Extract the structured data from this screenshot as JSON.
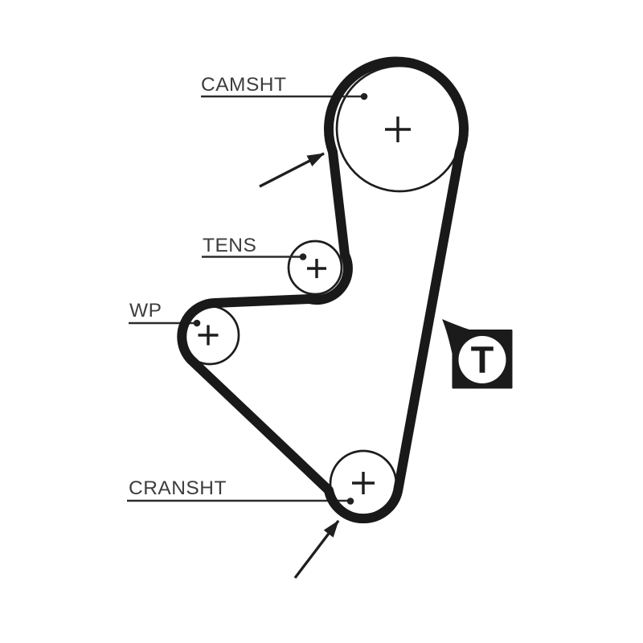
{
  "diagram": {
    "type": "timing-belt-routing",
    "background": "#ffffff",
    "colors": {
      "belt": "#191919",
      "pulley_outline": "#1d1d1d",
      "label_text": "#3d3d3d",
      "leader_line": "#2b2b2b",
      "arrow": "#1f1f1f",
      "timing_mark_box": "#1b1b1b",
      "timing_mark_letter": "#1b1b1b",
      "timing_mark_circle_fill": "#ffffff"
    },
    "pulleys": {
      "camshaft": {
        "label": "CAMSHT"
      },
      "tensioner": {
        "label": "TENS"
      },
      "water_pump": {
        "label": "WP"
      },
      "crankshaft": {
        "label": "CRANSHT"
      }
    },
    "timing_mark": {
      "label": "T"
    }
  }
}
